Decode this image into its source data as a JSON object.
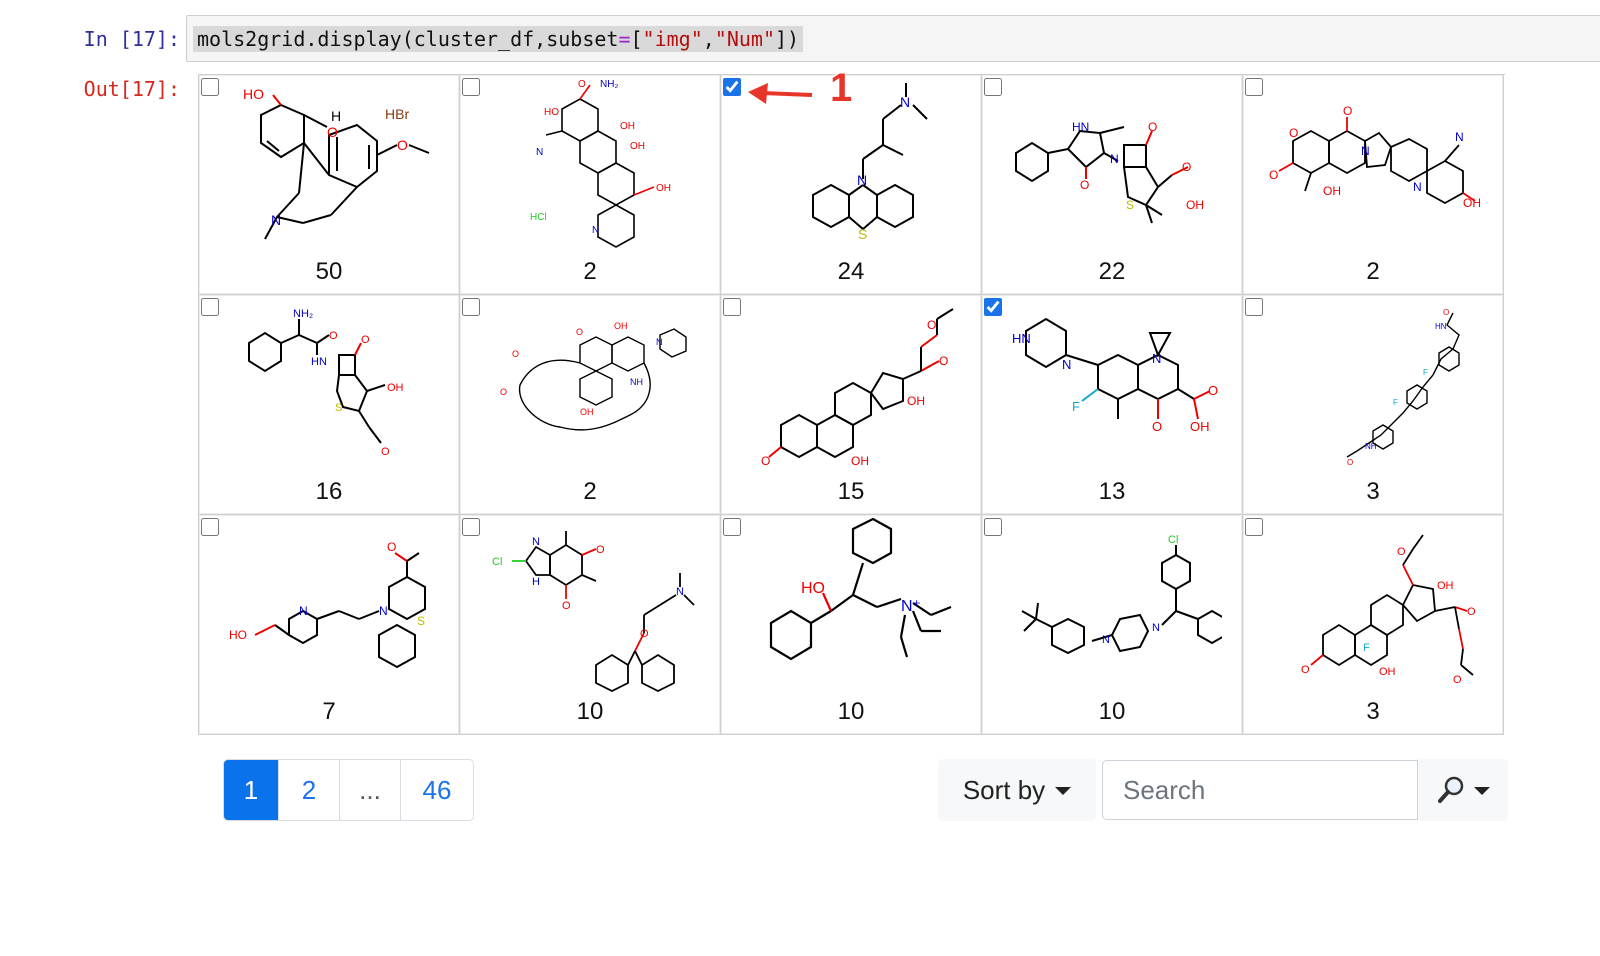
{
  "notebook": {
    "in_prompt": "In [17]:",
    "out_prompt": "Out[17]:",
    "code": {
      "fn": "mols2grid.display(cluster_df,subset",
      "eq": "=",
      "open": "[",
      "s1": "\"img\"",
      "comma": ",",
      "s2": "\"Num\"",
      "close": "])"
    }
  },
  "annotation": {
    "label": "1"
  },
  "grid": {
    "cells": [
      {
        "num": "50",
        "checked": false,
        "mol": "galantamine",
        "label": "HBr"
      },
      {
        "num": "2",
        "checked": false,
        "mol": "tetracycline",
        "label": "HCl"
      },
      {
        "num": "24",
        "checked": true,
        "mol": "phenothiazine"
      },
      {
        "num": "22",
        "checked": false,
        "mol": "penicillin"
      },
      {
        "num": "2",
        "checked": false,
        "mol": "camptothecin"
      },
      {
        "num": "16",
        "checked": false,
        "mol": "cephalosporin"
      },
      {
        "num": "2",
        "checked": false,
        "mol": "macrocycle"
      },
      {
        "num": "15",
        "checked": false,
        "mol": "steroid"
      },
      {
        "num": "13",
        "checked": true,
        "mol": "quinolone"
      },
      {
        "num": "3",
        "checked": false,
        "mol": "chain"
      },
      {
        "num": "7",
        "checked": false,
        "mol": "phenothiazine-piperidine"
      },
      {
        "num": "10",
        "checked": false,
        "mol": "xanthine-ether"
      },
      {
        "num": "10",
        "checked": false,
        "mol": "ammonium"
      },
      {
        "num": "10",
        "checked": false,
        "mol": "piperazine"
      },
      {
        "num": "3",
        "checked": false,
        "mol": "steroid-acetate"
      }
    ]
  },
  "pagination": {
    "pages": [
      "1",
      "2",
      "...",
      "46"
    ],
    "active": "1"
  },
  "controls": {
    "sort_label": "Sort by",
    "search_placeholder": "Search",
    "search_icon": "magnifier-icon"
  },
  "colors": {
    "accent": "#0a72ea",
    "annotation": "#e8352a"
  }
}
